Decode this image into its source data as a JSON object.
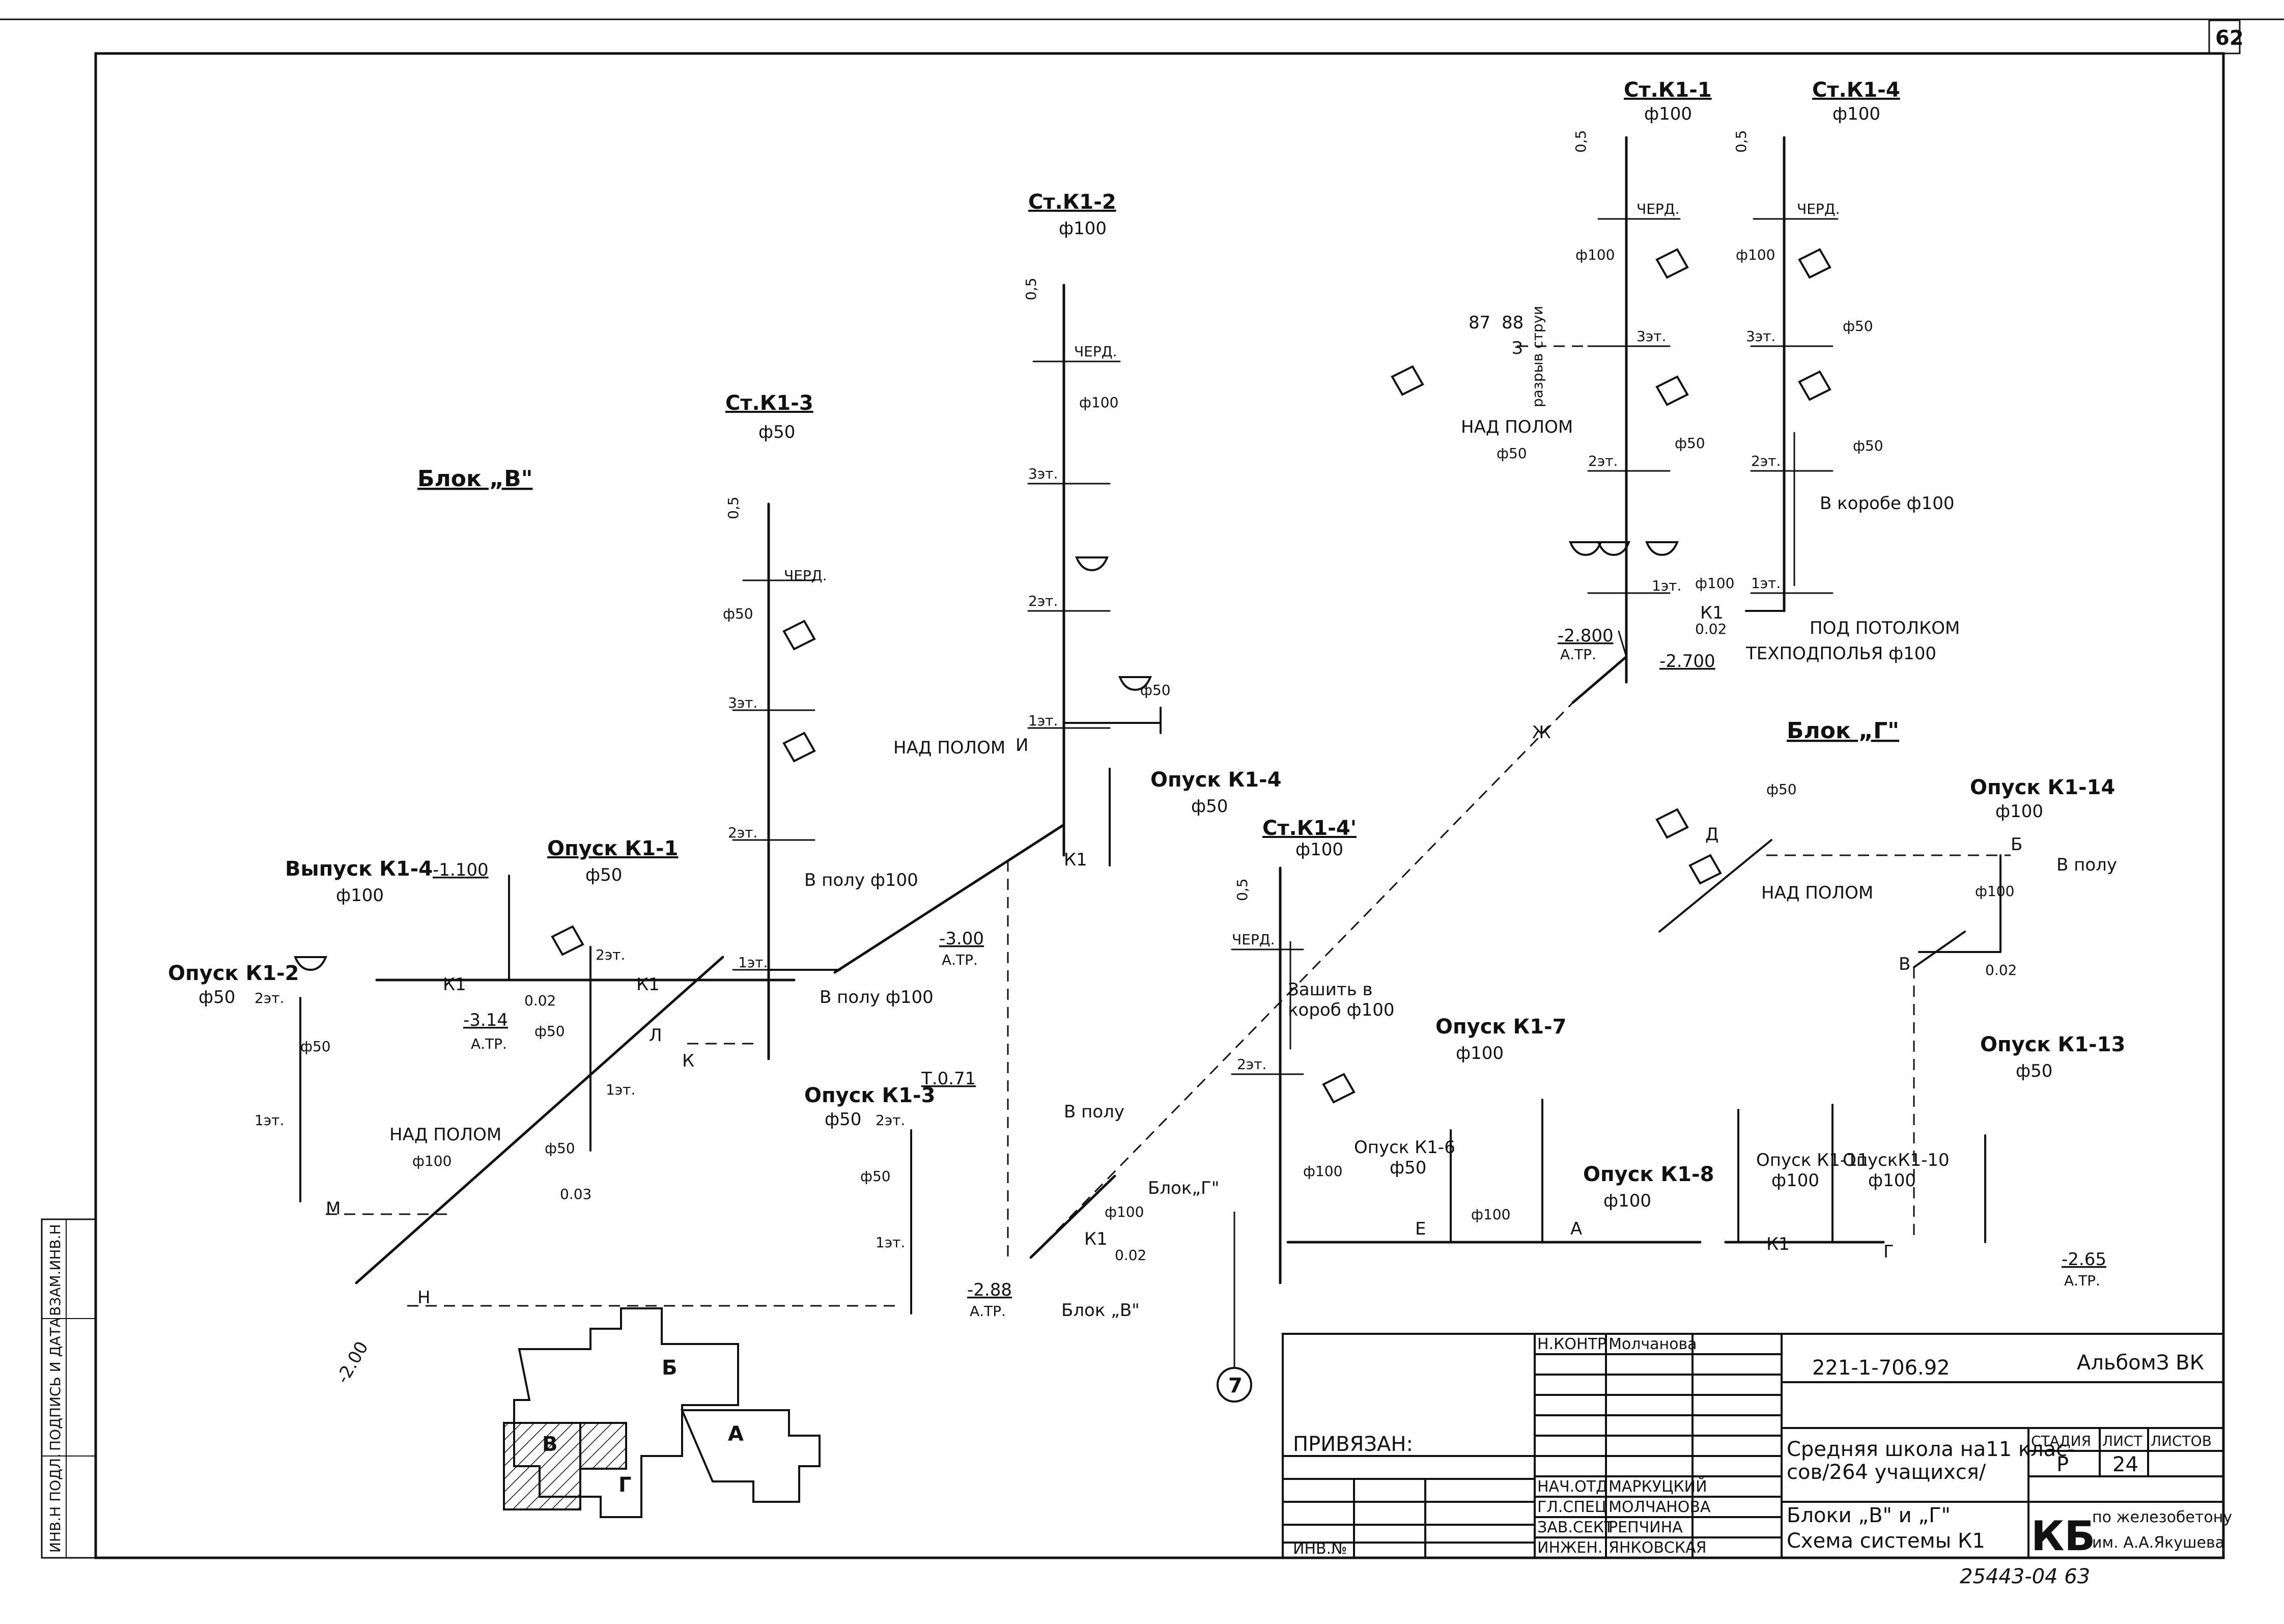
{
  "sheet": {
    "page_number": "62",
    "block_v_title": "Блок „В\"",
    "block_g_title": "Блок „Г\"",
    "callout_number": "7"
  },
  "risers": [
    {
      "id": "st_k1_1",
      "name": "Ст.К1-1",
      "dia": "ф100"
    },
    {
      "id": "st_k1_4_top",
      "name": "Ст.К1-4",
      "dia": "ф100"
    },
    {
      "id": "st_k1_2",
      "name": "Ст.К1-2",
      "dia": "ф100"
    },
    {
      "id": "st_k1_3",
      "name": "Ст.К1-3",
      "dia": "ф50"
    },
    {
      "id": "st_k1_4_mid",
      "name": "Ст.К1-4'",
      "dia": "ф100"
    }
  ],
  "descents": [
    {
      "id": "opusk_k1_1",
      "name": "Опуск К1-1",
      "dia": "ф50"
    },
    {
      "id": "opusk_k1_2",
      "name": "Опуск К1-2",
      "dia": "ф50"
    },
    {
      "id": "opusk_k1_3",
      "name": "Опуск К1-3",
      "dia": "ф50"
    },
    {
      "id": "opusk_k1_4",
      "name": "Опуск К1-4",
      "dia": "ф50"
    },
    {
      "id": "opusk_k1_6",
      "name": "Опуск К1-6",
      "dia": "ф50"
    },
    {
      "id": "opusk_k1_7",
      "name": "Опуск К1-7",
      "dia": "ф100"
    },
    {
      "id": "opusk_k1_8",
      "name": "Опуск К1-8",
      "dia": "ф100"
    },
    {
      "id": "opusk_k1_10",
      "name": "ОпускК1-10",
      "dia": "ф100"
    },
    {
      "id": "opusk_k1_11",
      "name": "Опуск К1-11",
      "dia": "ф100"
    },
    {
      "id": "opusk_k1_13",
      "name": "Опуск К1-13",
      "dia": "ф50"
    },
    {
      "id": "opusk_k1_14",
      "name": "Опуск К1-14",
      "dia": "ф100"
    }
  ],
  "outlet": {
    "name": "Выпуск К1-4",
    "dia": "ф100",
    "level": "-1.100",
    "level2": "-3.14",
    "atr": "А.ТР."
  },
  "floors": {
    "attic": "ЧЕРД.",
    "f3": "3эт.",
    "f2": "2эт.",
    "f1": "1эт."
  },
  "annotations": {
    "above_floor": "НАД ПОЛОМ",
    "in_floor_100": "В полу ф100",
    "in_floor": "В полу",
    "in_box_100": "В коробе ф100",
    "under_ceiling": "ПОД ПОТОЛКОМ",
    "tech_basement": "ТЕХПОДПОЛЬЯ ф100",
    "sew_in_box": "Зашить в",
    "box_100": "короб ф100",
    "block_g_ref": "Блок„Г\"",
    "block_v_ref": "Блок „В\"",
    "air_gap": "разрыв струи",
    "k1": "К1",
    "dia_50": "ф50",
    "dia_100": "ф100",
    "slope_002": "0.02",
    "slope_003": "0.03",
    "level_0_5": "0,5",
    "level_300": "-3.00",
    "level_288": "-2.88",
    "level_280": "-2.800",
    "level_270": "-2.700",
    "level_265": "-2.65",
    "level_200": "-2.00",
    "level_071": "Т.0.71",
    "atr": "А.ТР.",
    "num_87": "87",
    "num_88": "88"
  },
  "points": [
    "Л",
    "К",
    "М",
    "Н",
    "И",
    "Ж",
    "З",
    "Е",
    "Д",
    "Б",
    "В",
    "Г",
    "А"
  ],
  "key_plan": {
    "labels": [
      "Б",
      "А",
      "В",
      "Г"
    ]
  },
  "title_block": {
    "n_kontr_role": "Н.КОНТР",
    "n_kontr_name": "Молчанова",
    "attached": "ПРИВЯЗАН:",
    "inv_no": "ИНВ.№",
    "roles": [
      "НАЧ.ОТД",
      "ГЛ.СПЕЦ",
      "ЗАВ.СЕКТ",
      "ИНЖЕН."
    ],
    "names": [
      "МАРКУЦКИЙ",
      "МОЛЧАНОВА",
      "РЕПЧИНА",
      "ЯНКОВСКАЯ"
    ],
    "doc_code": "221-1-706.92",
    "album": "АльбомЗ ВК",
    "project_l1": "Средняя школа на11 клас-",
    "project_l2": "сов/264 учащихся/",
    "sheet_l1": "Блоки „В\" и „Г\"",
    "sheet_l2": "Схема системы К1",
    "stage_h": "СТАДИЯ",
    "sheet_h": "ЛИСТ",
    "sheets_h": "ЛИСТОВ",
    "stage": "Р",
    "sheet": "24",
    "org_mark": "КБ",
    "org_l1": "по железобетону",
    "org_l2": "им. А.А.Якушева",
    "archive_no": "25443-04 63"
  },
  "side_stamp": [
    "ИНВ.Н ПОДЛ.",
    "ПОДПИСЬ И ДАТА",
    "ВЗАМ.ИНВ.Н"
  ]
}
